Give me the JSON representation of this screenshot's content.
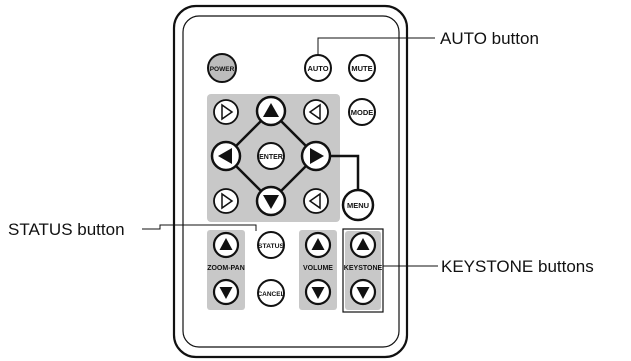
{
  "callouts": {
    "auto": "AUTO button",
    "status": "STATUS button",
    "keystone": "KEYSTONE buttons"
  },
  "buttons": {
    "power": "POWER",
    "auto": "AUTO",
    "mute": "MUTE",
    "mode": "MODE",
    "enter": "ENTER",
    "menu": "MENU",
    "status": "STATUS",
    "cancel": "CANCEL"
  },
  "groups": {
    "zoom_pan": "ZOOM-PAN",
    "volume": "VOLUME",
    "keystone": "KEYSTONE"
  },
  "colors": {
    "pad_gray": "#c8c8c8",
    "power_gray": "#bcbcbc",
    "line": "#111111"
  },
  "icons": {
    "up": "up-triangle-icon",
    "down": "down-triangle-icon",
    "left": "left-triangle-icon",
    "right": "right-triangle-icon"
  }
}
